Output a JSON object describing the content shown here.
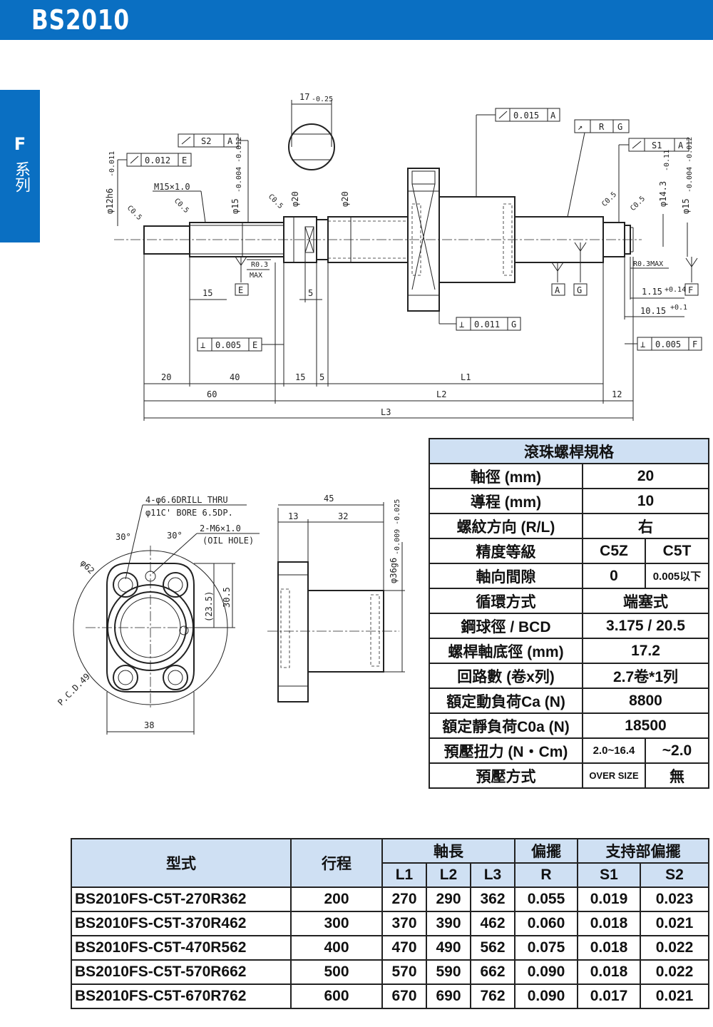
{
  "header": {
    "title": "BS2010"
  },
  "sidetab": {
    "letter": "F",
    "text": "系列"
  },
  "drawing": {
    "top": {
      "flat_width": "17",
      "flat_tol": "-0.25",
      "runout_main": "0.015",
      "runout_main_ref": "A",
      "parallel": "R",
      "parallel_ref": "G",
      "s2": "S2",
      "s2_ref": "A",
      "s1": "S1",
      "s1_ref": "A",
      "perp_012": "0.012",
      "perp_012_ref": "E",
      "perp_011": "0.011",
      "perp_011_ref": "G",
      "perp_005_left": "0.005",
      "perp_005_left_ref": "E",
      "perp_005_right": "0.005",
      "perp_005_right_ref": "F",
      "d12": "φ12h6",
      "d12_tol": "-0.011",
      "thread": "M15×1.0",
      "d15_left": "φ15",
      "d15_tol": "-0.004 -0.012",
      "d20_a": "φ20",
      "d20_b": "φ20",
      "d14": "φ14.3",
      "d14_tol": "-0.11",
      "d15_right": "φ15",
      "chamfer": "C0.5",
      "r03max": "R0.3",
      "max": "MAX",
      "r03max_right": "R0.3MAX",
      "len_15": "15",
      "len_5": "5",
      "ref_e": "E",
      "ref_a": "A",
      "ref_g": "G",
      "ref_f": "F",
      "snap_115": "1.15",
      "snap_115_tol": "+0.14",
      "snap_1015": "10.15",
      "snap_1015_tol": "+0.1",
      "bottom_20": "20",
      "bottom_40": "40",
      "bottom_15": "15",
      "bottom_5": "5",
      "l1": "L1",
      "bottom_60": "60",
      "l2": "L2",
      "bottom_12": "12",
      "l3": "L3"
    },
    "nut": {
      "drill": "4-φ6.6DRILL THRU",
      "bore": "φ11C' BORE 6.5DP.",
      "m6": "2-M6×1.0",
      "oil": "(OIL HOLE)",
      "ang1": "30°",
      "ang2": "30°",
      "d62": "φ62",
      "h235": "(23.5)",
      "h305": "30.5",
      "pcd": "P.C.D.49",
      "w38": "38",
      "w45": "45",
      "w13": "13",
      "w32": "32",
      "d36": "φ36g6",
      "d36_tol": "-0.009 -0.025"
    }
  },
  "spec_table": {
    "title": "滾珠螺桿規格",
    "rows": [
      {
        "label": "軸徑 (mm)",
        "value": "20"
      },
      {
        "label": "導程 (mm)",
        "value": "10"
      },
      {
        "label": "螺紋方向 (R/L)",
        "value": "右"
      },
      {
        "label": "精度等級",
        "v1": "C5Z",
        "v2": "C5T"
      },
      {
        "label": "軸向間隙",
        "v1": "0",
        "v2": "0.005以下"
      },
      {
        "label": "循環方式",
        "value": "端塞式"
      },
      {
        "label": "鋼球徑 / BCD",
        "value": "3.175 / 20.5"
      },
      {
        "label": "螺桿軸底徑 (mm)",
        "value": "17.2"
      },
      {
        "label": "回路數 (卷x列)",
        "value": "2.7卷*1列"
      },
      {
        "label": "額定動負荷Ca (N)",
        "value": "8800"
      },
      {
        "label": "額定靜負荷C0a (N)",
        "value": "18500"
      },
      {
        "label": "預壓扭力 (N・Cm)",
        "v1": "2.0~16.4",
        "v2": "~2.0"
      },
      {
        "label": "預壓方式",
        "v1": "OVER SIZE",
        "v2": "無"
      }
    ]
  },
  "model_table": {
    "headers": {
      "model": "型式",
      "stroke": "行程",
      "shaft": "軸長",
      "runout": "偏擺",
      "support": "支持部偏擺",
      "l1": "L1",
      "l2": "L2",
      "l3": "L3",
      "r": "R",
      "s1": "S1",
      "s2": "S2"
    },
    "rows": [
      [
        "BS2010FS-C5T-270R362",
        "200",
        "270",
        "290",
        "362",
        "0.055",
        "0.019",
        "0.023"
      ],
      [
        "BS2010FS-C5T-370R462",
        "300",
        "370",
        "390",
        "462",
        "0.060",
        "0.018",
        "0.021"
      ],
      [
        "BS2010FS-C5T-470R562",
        "400",
        "470",
        "490",
        "562",
        "0.075",
        "0.018",
        "0.022"
      ],
      [
        "BS2010FS-C5T-570R662",
        "500",
        "570",
        "590",
        "662",
        "0.090",
        "0.018",
        "0.022"
      ],
      [
        "BS2010FS-C5T-670R762",
        "600",
        "670",
        "690",
        "762",
        "0.090",
        "0.017",
        "0.021"
      ]
    ]
  }
}
